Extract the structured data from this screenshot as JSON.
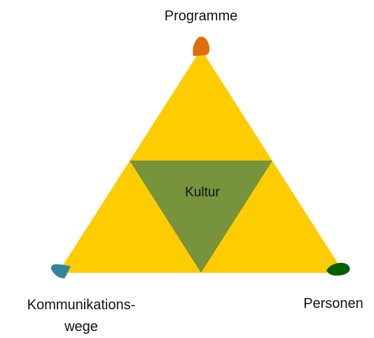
{
  "diagram": {
    "type": "triangle",
    "labels": {
      "top": "Programme",
      "center": "Kultur",
      "left": "Kommunikations-wege",
      "right": "Personen"
    },
    "colors": {
      "outer_triangle": "#FFCC00",
      "inner_triangle": "#77933C",
      "top_marker": "#E36C0A",
      "left_marker": "#31859C",
      "right_marker": "#006100"
    },
    "markers": {
      "top": "orange-blob-marker",
      "left": "teal-blob-marker",
      "right": "green-blob-marker"
    }
  }
}
